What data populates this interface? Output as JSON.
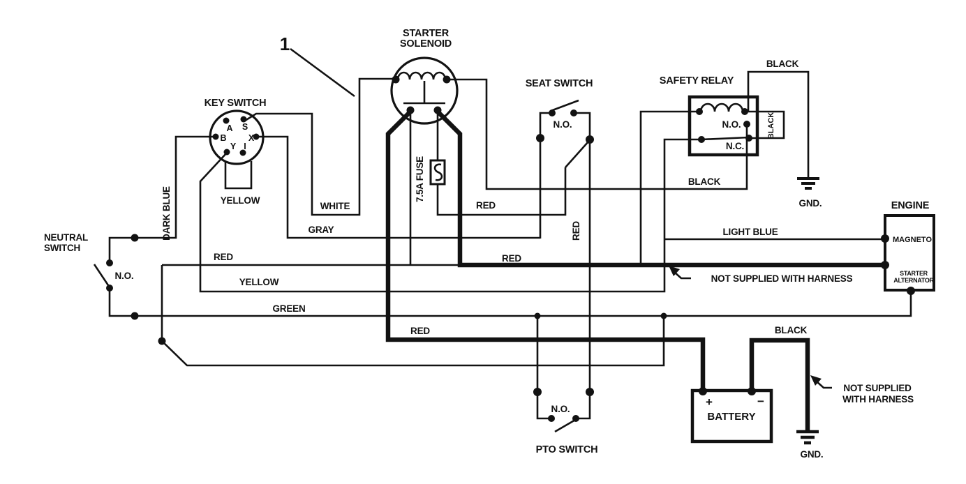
{
  "components": {
    "key_switch": {
      "label": "KEY SWITCH",
      "terminals": {
        "a": "A",
        "s": "S",
        "b": "B",
        "x": "X",
        "y": "Y",
        "i": "I"
      }
    },
    "starter_solenoid": {
      "label_line1": "STARTER",
      "label_line2": "SOLENOID"
    },
    "fuse": {
      "label": "7.5A FUSE"
    },
    "seat_switch": {
      "label": "SEAT SWITCH",
      "state": "N.O."
    },
    "safety_relay": {
      "label": "SAFETY RELAY",
      "no": "N.O.",
      "nc": "N.C."
    },
    "neutral_switch": {
      "label_line1": "NEUTRAL",
      "label_line2": "SWITCH",
      "state": "N.O."
    },
    "pto_switch": {
      "label": "PTO SWITCH",
      "state": "N.O."
    },
    "engine": {
      "label": "ENGINE",
      "magneto": "MAGNETO",
      "starter_line1": "STARTER",
      "starter_line2": "ALTERNATOR"
    },
    "battery": {
      "label": "BATTERY",
      "positive": "+",
      "negative": "−"
    }
  },
  "wire_labels": {
    "dark_blue": "DARK BLUE",
    "yellow_key": "YELLOW",
    "white": "WHITE",
    "gray": "GRAY",
    "red_fuse": "RED",
    "red_left": "RED",
    "yellow_main": "YELLOW",
    "green": "GREEN",
    "red_battery": "RED",
    "red_seat_vertical": "RED",
    "red_engine": "RED",
    "light_blue": "LIGHT BLUE",
    "black_relay_top": "BLACK",
    "black_relay_loop": "BLACK",
    "black_relay_bottom": "BLACK",
    "black_battery": "BLACK"
  },
  "grounds": {
    "gnd1": "GND.",
    "gnd2": "GND."
  },
  "notes": {
    "callout": "1",
    "not_supplied_engine": "NOT SUPPLIED WITH HARNESS",
    "not_supplied_battery_line1": "NOT SUPPLIED",
    "not_supplied_battery_line2": "WITH HARNESS"
  }
}
